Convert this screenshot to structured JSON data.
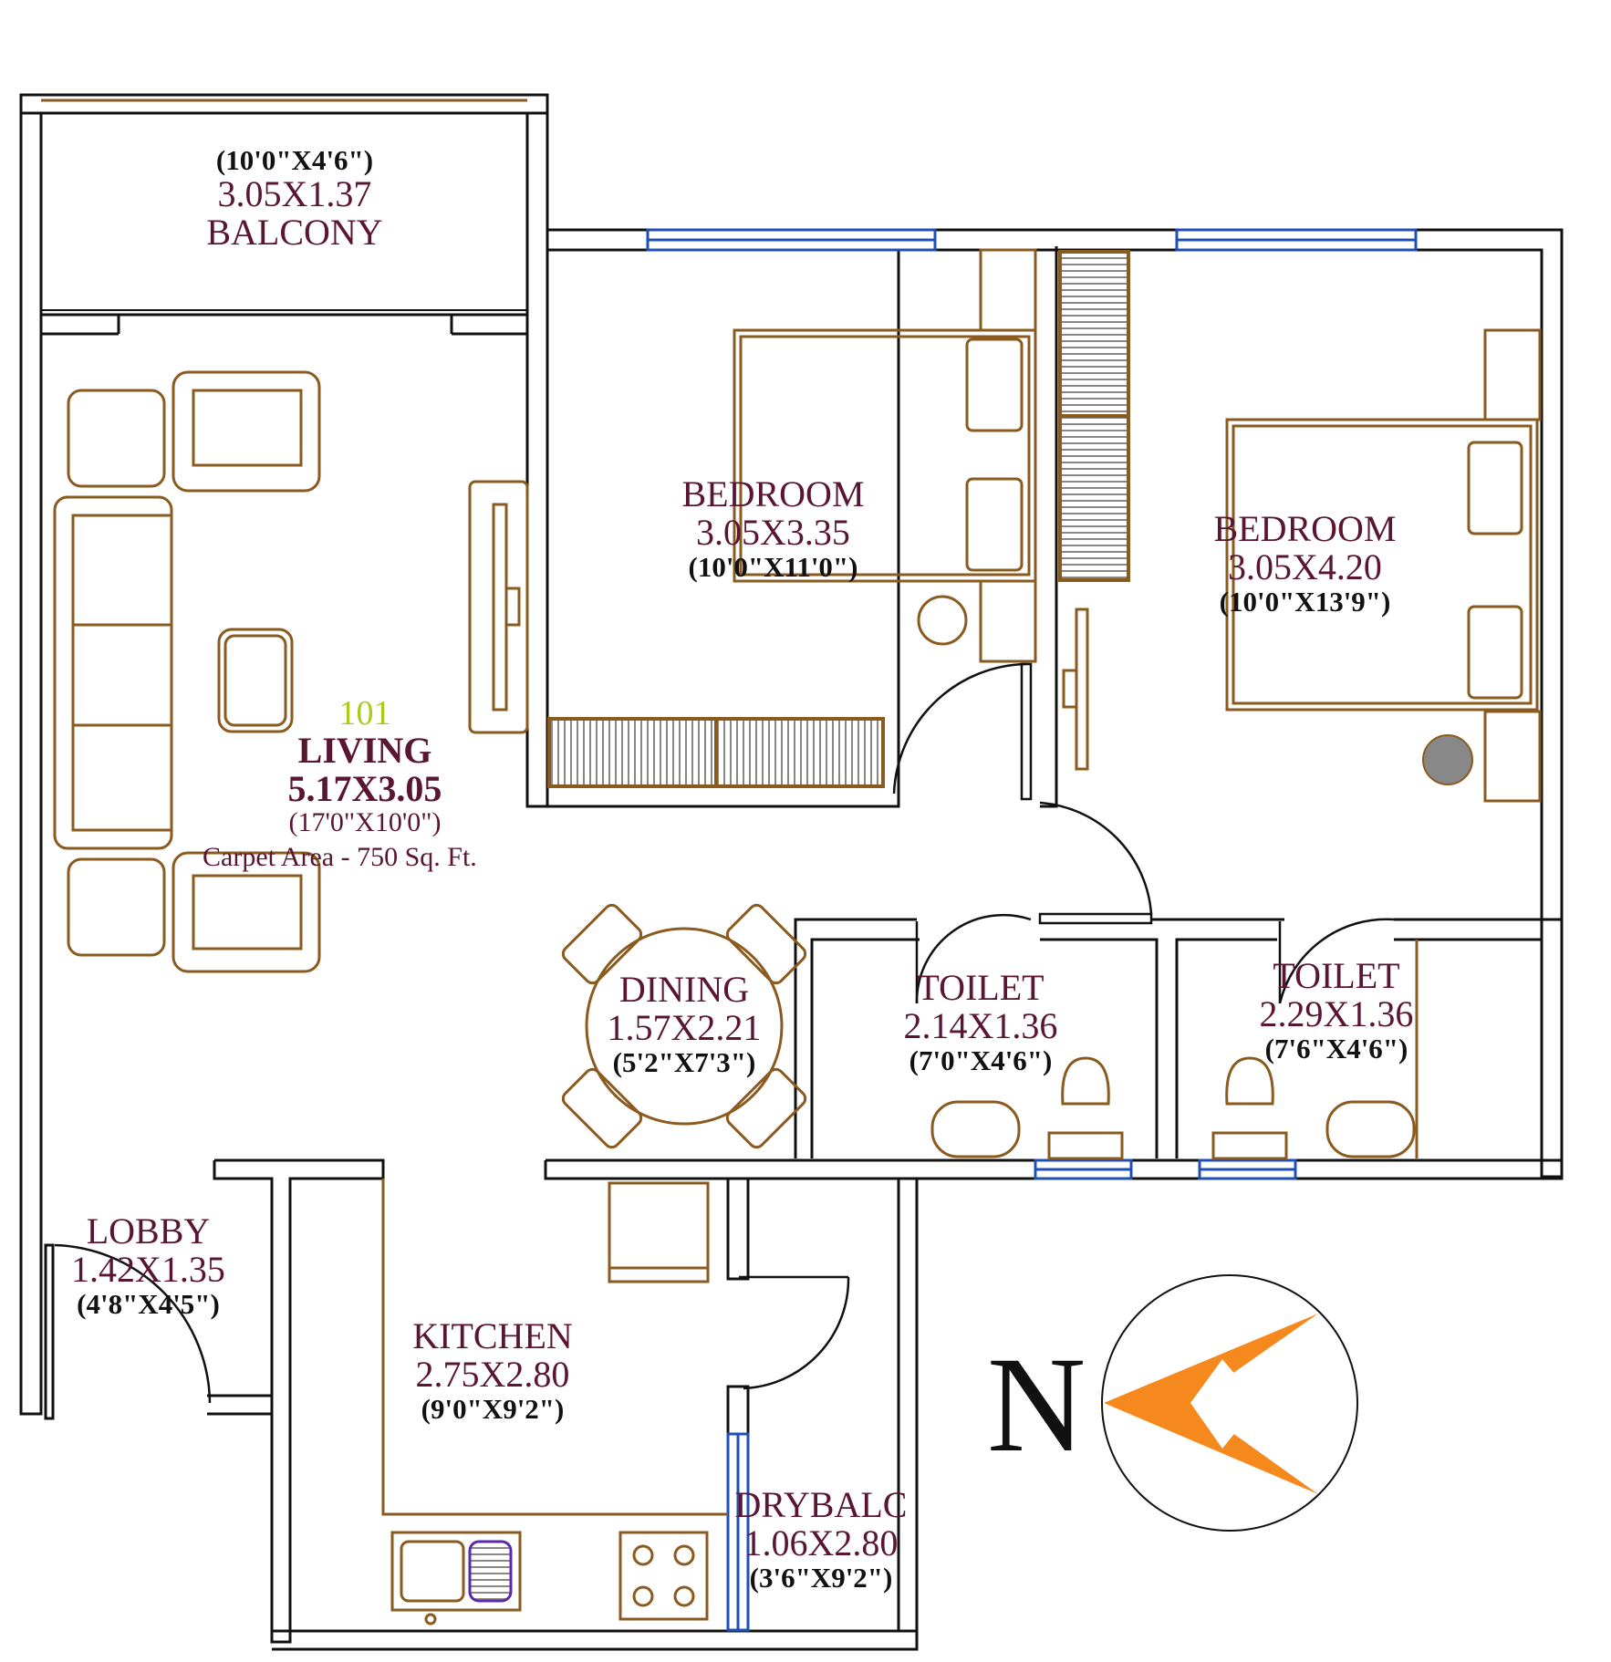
{
  "colors": {
    "wall": "#111111",
    "furniture": "#8a5a1e",
    "window": "#1f4fb4",
    "room_text": "#5a1533",
    "unit_text": "#a8cc1c",
    "compass": "#f5891e"
  },
  "plan": {
    "balcony": {
      "imperial": "(10'0\"X4'6\")",
      "metric": "3.05X1.37",
      "name": "BALCONY"
    },
    "living": {
      "unit_no": "101",
      "name": "LIVING",
      "metric": "5.17X3.05",
      "imperial": "(17'0\"X10'0\")",
      "carpet_area": "Carpet Area - 750 Sq. Ft."
    },
    "bedroom1": {
      "name": "BEDROOM",
      "metric": "3.05X3.35",
      "imperial": "(10'0\"X11'0\")"
    },
    "bedroom2": {
      "name": "BEDROOM",
      "metric": "3.05X4.20",
      "imperial": "(10'0\"X13'9\")"
    },
    "dining": {
      "name": "DINING",
      "metric": "1.57X2.21",
      "imperial": "(5'2\"X7'3\")"
    },
    "toilet1": {
      "name": "TOILET",
      "metric": "2.14X1.36",
      "imperial": "(7'0\"X4'6\")"
    },
    "toilet2": {
      "name": "TOILET",
      "metric": "2.29X1.36",
      "imperial": "(7'6\"X4'6\")"
    },
    "lobby": {
      "name": "LOBBY",
      "metric": "1.42X1.35",
      "imperial": "(4'8\"X4'5\")"
    },
    "kitchen": {
      "name": "KITCHEN",
      "metric": "2.75X2.80",
      "imperial": "(9'0\"X9'2\")"
    },
    "drybalc": {
      "name": "DRYBALC",
      "metric": "1.06X2.80",
      "imperial": "(3'6\"X9'2\")"
    }
  },
  "compass": {
    "label": "N",
    "icon": "north-compass-icon"
  }
}
